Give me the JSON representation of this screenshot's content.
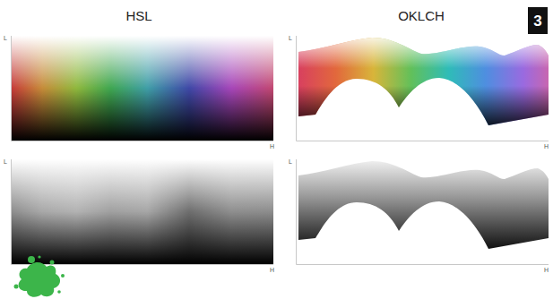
{
  "diagram": {
    "nodes": [
      {
        "text": [
          "3"
        ]
      }
    ],
    "labels": [
      "HSL",
      "OKLCH",
      "L",
      "H",
      "L",
      "H",
      "L",
      "H",
      "L",
      "H"
    ]
  }
}
